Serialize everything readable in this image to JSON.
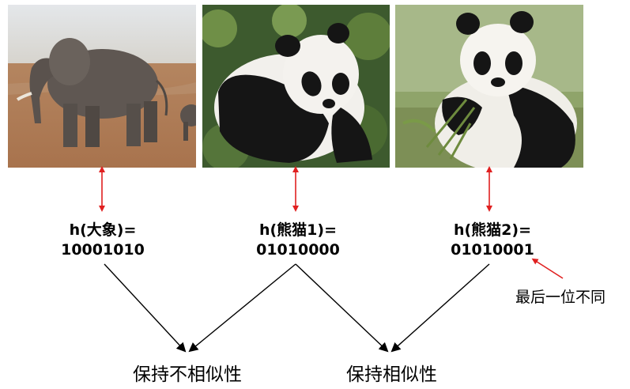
{
  "images": [
    {
      "id": "elephant",
      "subject": "elephant"
    },
    {
      "id": "panda-1",
      "subject": "panda"
    },
    {
      "id": "panda-2",
      "subject": "panda"
    }
  ],
  "hashes": {
    "elephant": {
      "label": "h(大象)=",
      "value": "10001010"
    },
    "panda_1": {
      "label": "h(熊猫1)=",
      "value": "01010000"
    },
    "panda_2": {
      "label": "h(熊猫2)=",
      "value": "01010001"
    }
  },
  "annotation": "最后一位不同",
  "results": {
    "not_similar": "保持不相似性",
    "similar": "保持相似性"
  },
  "colors": {
    "mapping_arrow": "#e02020",
    "annotation_arrow": "#e02020",
    "flow_arrow": "#000000"
  }
}
